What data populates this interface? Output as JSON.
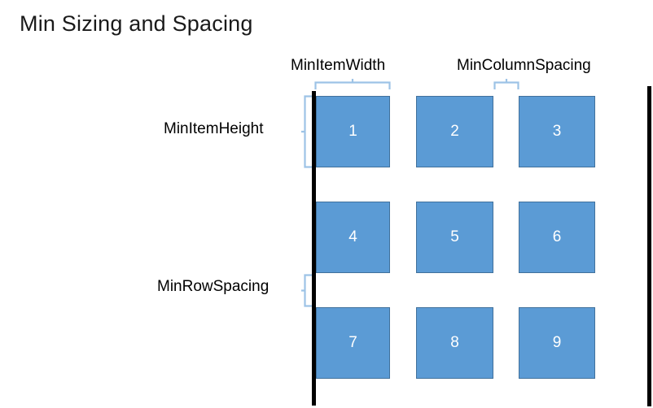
{
  "slide": {
    "title": "Min Sizing and Spacing",
    "background_color": "#FFFFFF"
  },
  "colors": {
    "item_fill": "#5B9BD5",
    "item_border": "#41719C",
    "item_text": "#FFFFFF",
    "bracket": "#9DC3E6",
    "guide_bar": "#000000",
    "title_text": "#1A1A1A"
  },
  "annotations": {
    "min_item_width": "MinItemWidth",
    "min_column_spacing": "MinColumnSpacing",
    "min_item_height": "MinItemHeight",
    "min_row_spacing": "MinRowSpacing"
  },
  "grid": {
    "rows": 3,
    "columns": 3,
    "items": [
      {
        "label": "1"
      },
      {
        "label": "2"
      },
      {
        "label": "3"
      },
      {
        "label": "4"
      },
      {
        "label": "5"
      },
      {
        "label": "6"
      },
      {
        "label": "7"
      },
      {
        "label": "8"
      },
      {
        "label": "9"
      }
    ]
  }
}
